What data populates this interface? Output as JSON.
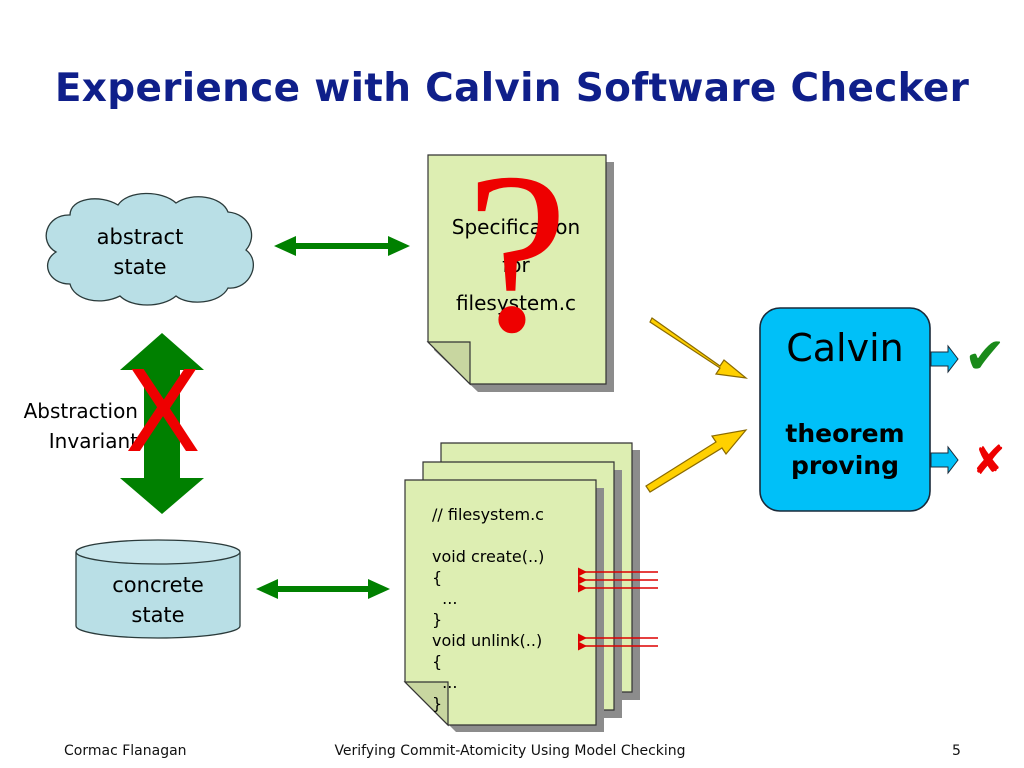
{
  "slide": {
    "title": "Experience with Calvin Software Checker",
    "page_number": "5"
  },
  "abstract_state": {
    "line1": "abstract",
    "line2": "state"
  },
  "concrete_state": {
    "line1": "concrete",
    "line2": "state"
  },
  "abstraction_invariant": {
    "line1": "Abstraction",
    "line2": "Invariant"
  },
  "spec_doc": {
    "line1": "Specification",
    "line2": "for",
    "line3": "filesystem.c"
  },
  "question_mark": "?",
  "cross_mark": "X",
  "code_doc": {
    "comment": "// filesystem.c",
    "lines": [
      "void create(..)",
      "{",
      "  ...",
      "}",
      "void unlink(..)",
      "{",
      "  ...",
      "}"
    ]
  },
  "calvin_box": {
    "name": "Calvin",
    "subtitle1": "theorem",
    "subtitle2": "proving",
    "fill_color": "#00c0f8"
  },
  "results": {
    "pass_glyph": "✔",
    "fail_glyph": "✘",
    "pass_color": "#1a8a1a",
    "fail_color": "#ee0000"
  },
  "footer": {
    "author": "Cormac Flanagan",
    "talk_title": "Verifying Commit-Atomicity Using Model Checking"
  },
  "colors": {
    "title": "#0f1f8a",
    "paper": "#ddeeb2",
    "green_arrow": "#008000",
    "yellow_arrow": "#ffd000",
    "cloud_fill": "#b9dfe6"
  }
}
